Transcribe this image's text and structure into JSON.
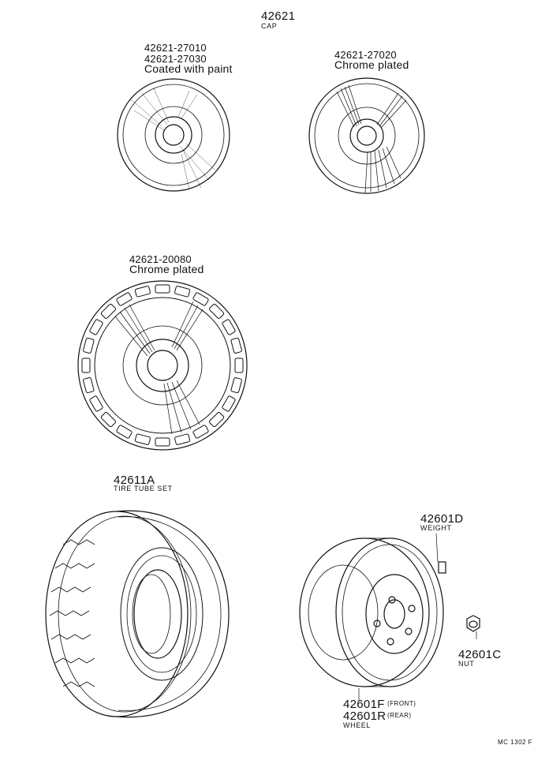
{
  "cap": {
    "part_no": "42621",
    "name": "CAP"
  },
  "cap_a": {
    "part_no_1": "42621-27010",
    "part_no_2": "42621-27030",
    "desc": "Coated with paint"
  },
  "cap_b": {
    "part_no": "42621-27020",
    "desc": "Chrome plated"
  },
  "cap_c": {
    "part_no": "42621-20080",
    "desc": "Chrome plated"
  },
  "tire": {
    "part_no": "42611A",
    "name": "TIRE TUBE SET"
  },
  "weight": {
    "part_no": "42601D",
    "name": "WEIGHT"
  },
  "nut": {
    "part_no": "42601C",
    "name": "NUT"
  },
  "wheel": {
    "part_no_front": "42601F",
    "front_label": "(FRONT)",
    "part_no_rear": "42601R",
    "rear_label": "(REAR)",
    "name": "WHEEL"
  },
  "footer": {
    "code": "MC 1302 F"
  }
}
